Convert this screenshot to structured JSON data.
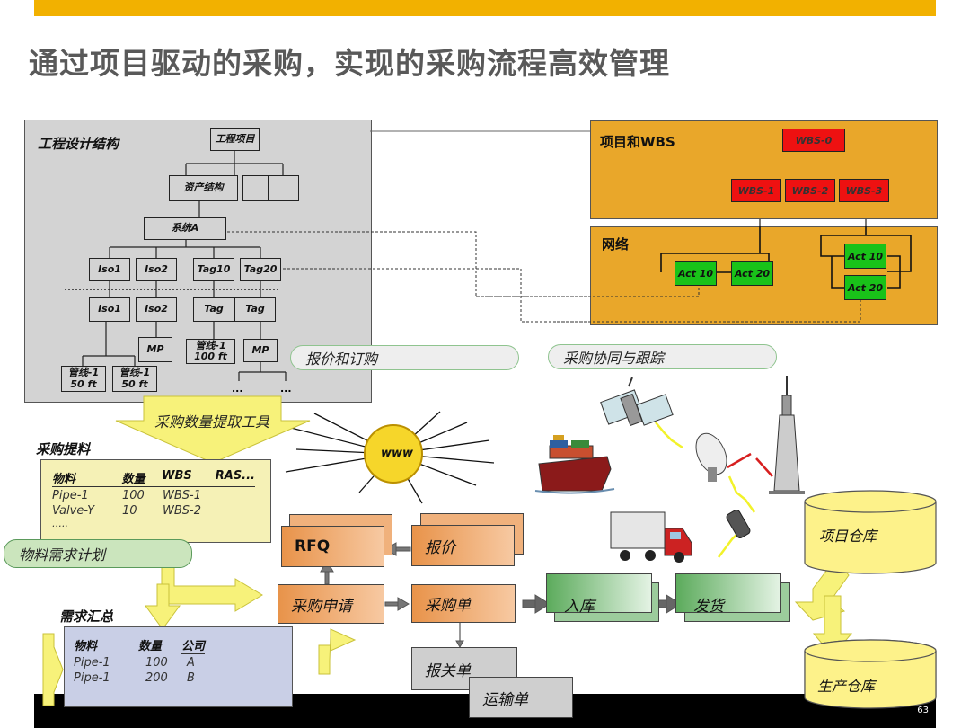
{
  "title": "通过项目驱动的采购，实现的采购流程高效管理",
  "page_number": "63",
  "eng": {
    "label": "工程设计结构",
    "root": "工程项目",
    "asset": "资产结构",
    "system": "系统A",
    "row1": [
      "Iso1",
      "Iso2",
      "Tag10",
      "Tag20"
    ],
    "row2": [
      "Iso1",
      "Iso2",
      "Tag",
      "Tag"
    ],
    "mp1": "MP",
    "pipe_mid": "管线-1\n100 ft",
    "mp2": "MP",
    "pipe_a": "管线-1\n50 ft",
    "pipe_b": "管线-1\n50 ft",
    "ellipsis": [
      "...",
      "..."
    ]
  },
  "wbs": {
    "label": "项目和WBS",
    "root": "WBS-0",
    "children": [
      "WBS-1",
      "WBS-2",
      "WBS-3"
    ]
  },
  "network": {
    "label": "网络",
    "left": [
      "Act 10",
      "Act 20"
    ],
    "right": [
      "Act 10",
      "Act 20"
    ]
  },
  "pills": {
    "quote": "报价和订购",
    "collab": "采购协同与跟踪",
    "mrp": "物料需求计划"
  },
  "tool_arrow": "采购数量提取工具",
  "www": "www",
  "extract": {
    "label": "采购提料",
    "headers": [
      "物料",
      "数量",
      "WBS",
      "RAS..."
    ],
    "rows": [
      [
        "Pipe-1",
        "100",
        "WBS-1"
      ],
      [
        "Valve-Y",
        "10",
        "WBS-2"
      ]
    ],
    "more": "….."
  },
  "summary": {
    "label": "需求汇总",
    "headers": [
      "物料",
      "数量",
      "公司"
    ],
    "rows": [
      [
        "Pipe-1",
        "100",
        "A"
      ],
      [
        "Pipe-1",
        "200",
        "B"
      ]
    ]
  },
  "flow": {
    "rfq": "RFQ",
    "quote": "报价",
    "pr": "采购申请",
    "po": "采购单",
    "receipt": "入库",
    "ship": "发货",
    "customs": "报关单",
    "transport": "运输单"
  },
  "warehouses": {
    "project": "项目仓库",
    "production": "生产仓库"
  }
}
